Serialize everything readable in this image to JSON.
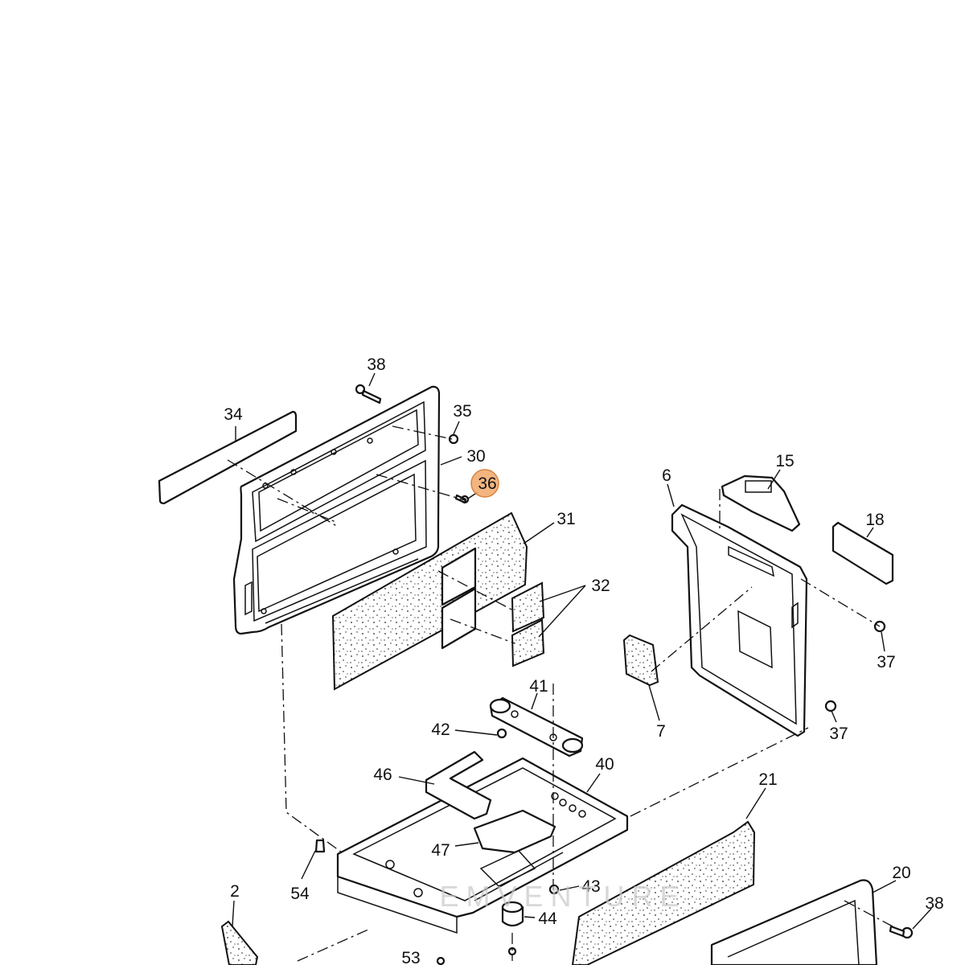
{
  "callouts": [
    {
      "id": "c38a",
      "text": "38"
    },
    {
      "id": "c34",
      "text": "34"
    },
    {
      "id": "c35",
      "text": "35"
    },
    {
      "id": "c30",
      "text": "30"
    },
    {
      "id": "c36",
      "text": "36",
      "highlighted": true
    },
    {
      "id": "c31",
      "text": "31"
    },
    {
      "id": "c32",
      "text": "32"
    },
    {
      "id": "c6",
      "text": "6"
    },
    {
      "id": "c15",
      "text": "15"
    },
    {
      "id": "c18",
      "text": "18"
    },
    {
      "id": "c37a",
      "text": "37"
    },
    {
      "id": "c37b",
      "text": "37"
    },
    {
      "id": "c7",
      "text": "7"
    },
    {
      "id": "c41",
      "text": "41"
    },
    {
      "id": "c42",
      "text": "42"
    },
    {
      "id": "c40",
      "text": "40"
    },
    {
      "id": "c46",
      "text": "46"
    },
    {
      "id": "c21",
      "text": "21"
    },
    {
      "id": "c47",
      "text": "47"
    },
    {
      "id": "c54",
      "text": "54"
    },
    {
      "id": "c43",
      "text": "43"
    },
    {
      "id": "c44",
      "text": "44"
    },
    {
      "id": "c2",
      "text": "2"
    },
    {
      "id": "c20",
      "text": "20"
    },
    {
      "id": "c38b",
      "text": "38"
    },
    {
      "id": "c53",
      "text": "53"
    }
  ],
  "watermark": "EMVENTURE",
  "colors": {
    "line": "#111111",
    "highlight": "#f0a868",
    "highlight_stroke": "#d9823e",
    "watermark": "#c8c8c8"
  }
}
